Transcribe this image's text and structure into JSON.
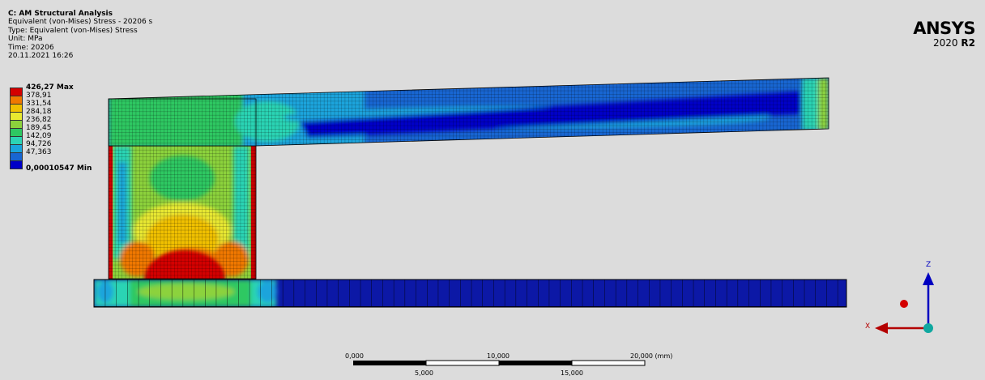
{
  "header": {
    "title": "C: AM Structural Analysis",
    "lines": [
      "Equivalent (von-Mises) Stress - 20206 s",
      "Type: Equivalent (von-Mises) Stress",
      "Unit: MPa",
      "Time: 20206",
      "20.11.2021 16:26"
    ]
  },
  "legend": {
    "max_label": "426,27 Max",
    "levels": [
      "378,91",
      "331,54",
      "284,18",
      "236,82",
      "189,45",
      "142,09",
      "94,726",
      "47,363"
    ],
    "min_label": "0,00010547 Min",
    "colors": [
      "#d40000",
      "#f07800",
      "#f0c000",
      "#e8e830",
      "#8cd23c",
      "#2ec862",
      "#2cd4b4",
      "#1aa4dc",
      "#1866d2",
      "#0000c8"
    ]
  },
  "brand": {
    "name": "ANSYS",
    "version_year": "2020",
    "version_rel": "R2"
  },
  "scale_bar": {
    "top_labels": [
      "0,000",
      "10,000",
      "20,000 (mm)"
    ],
    "bottom_labels": [
      "5,000",
      "15,000"
    ]
  },
  "triad": {
    "x_label": "X",
    "z_label": "Z"
  },
  "colors": {
    "background": "#dcdcdc",
    "mesh_line": "#000000",
    "min_blue": "#0c18a6"
  }
}
